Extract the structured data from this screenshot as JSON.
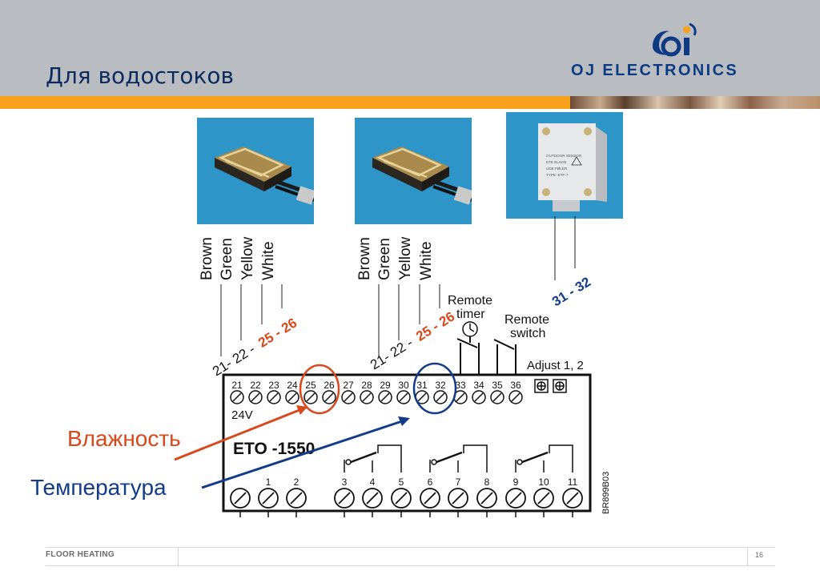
{
  "header": {
    "title": "Для водостоков",
    "logo_text": "OJ ELECTRONICS",
    "logo_icon": "oj-logo-icon"
  },
  "colors": {
    "header_bg": "#b9bcc1",
    "orange_bar": "#f7a11a",
    "photo_bg": "#2e95c8",
    "humidity": "#d9481a",
    "temperature": "#123c8a"
  },
  "sensors": {
    "wire_labels": [
      "Brown",
      "Green",
      "Yellow",
      "White"
    ],
    "group_a_prefix": "21- 22 -",
    "group_a_suffix": "25 - 26",
    "group_b_prefix": "21- 22 -",
    "group_b_suffix": "25 - 26",
    "outdoor_terminals": "31 - 32",
    "outdoor_sensor_text": [
      "OUTDOOR SENSOR",
      "ETE ELHAB",
      "UDE FØLER",
      "TYPE: ETF-?"
    ]
  },
  "controller": {
    "model": "ETO -1550",
    "voltage": "24V",
    "code": "BR899B03",
    "remote_timer": [
      "Remote",
      "timer"
    ],
    "remote_switch": [
      "Remote",
      "switch"
    ],
    "adjust": "Adjust 1, 2",
    "top_terminals": [
      "21",
      "22",
      "23",
      "24",
      "25",
      "26",
      "27",
      "28",
      "29",
      "30",
      "31",
      "32",
      "33",
      "34",
      "35",
      "36"
    ],
    "bottom_terminals": [
      "1",
      "2",
      "3",
      "4",
      "5",
      "6",
      "7",
      "8",
      "9",
      "10",
      "11"
    ]
  },
  "annotations": {
    "humidity": "Влажность",
    "temperature": "Температура"
  },
  "footer": {
    "section": "FLOOR HEATING",
    "page": "16"
  }
}
